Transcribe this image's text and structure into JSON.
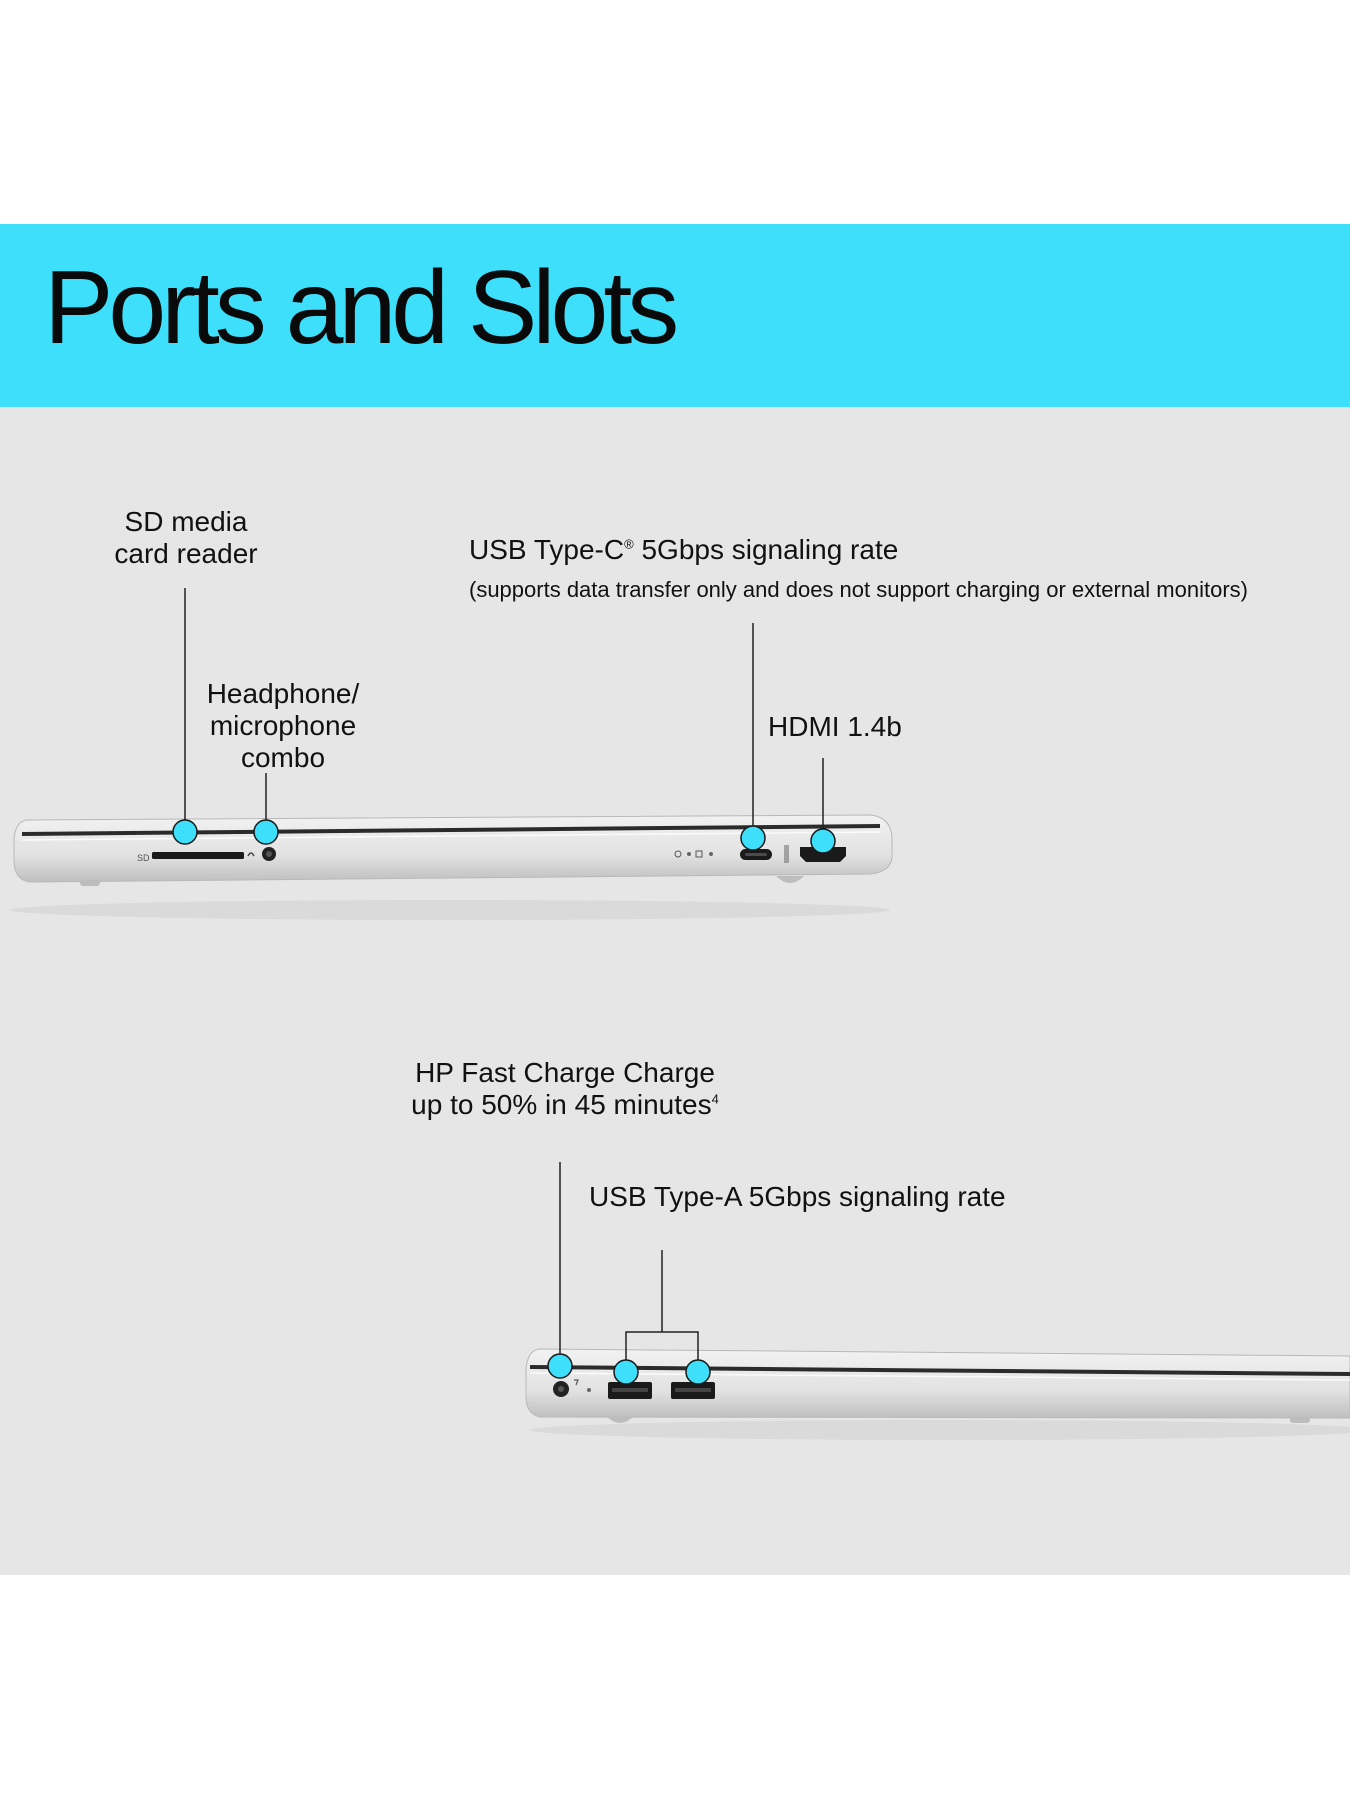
{
  "title": "Ports and Slots",
  "colors": {
    "accent": "#3ddffa",
    "panel": "#e6e6e6",
    "laptop_silver": "#d9d9d9",
    "port_black": "#1a1a1a"
  },
  "callouts": {
    "sd": {
      "line1": "SD media",
      "line2": "card reader"
    },
    "headphone": {
      "line1": "Headphone/",
      "line2": "microphone",
      "line3": "combo"
    },
    "usb_c": {
      "main": "USB Type-C",
      "reg": "®",
      "rate": " 5Gbps signaling rate",
      "note": "(supports data transfer only and does not support charging or external monitors)"
    },
    "hdmi": {
      "label": "HDMI 1.4b"
    },
    "fast_charge": {
      "line1": "HP Fast Charge Charge",
      "line2": "up to 50% in 45 minutes",
      "footnote": "4"
    },
    "usb_a": {
      "label": "USB Type-A  5Gbps signaling rate"
    }
  },
  "laptop_markings": {
    "sd_slot": "SD"
  }
}
